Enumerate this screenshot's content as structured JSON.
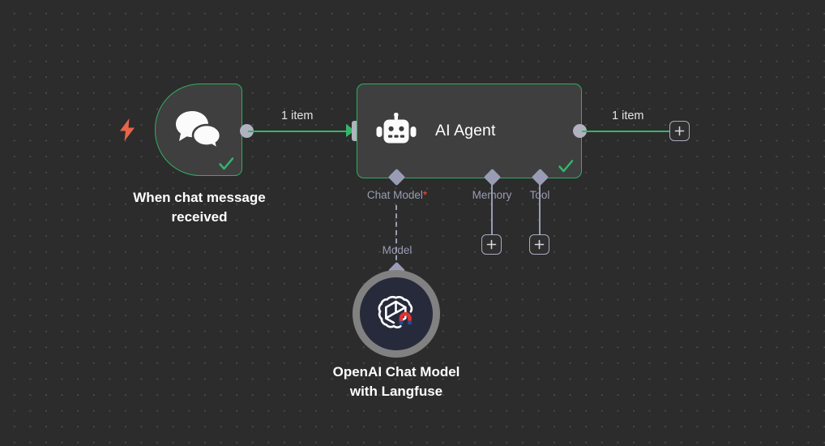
{
  "canvas": {
    "background_color": "#2c2c2c",
    "dot_color": "#4a4a4a",
    "accent_green": "#32ad63",
    "connector_gray": "#9a9cb5",
    "required_star_color": "#f0503c",
    "trigger_bolt_color": "#e8654a"
  },
  "nodes": {
    "trigger": {
      "caption": "When chat message\nreceived",
      "icon": "chat-bubbles-icon",
      "status": "success",
      "status_icon": "check-icon",
      "trigger_icon": "lightning-bolt-icon"
    },
    "agent": {
      "title": "AI Agent",
      "icon": "robot-icon",
      "status": "success",
      "status_icon": "check-icon"
    },
    "model": {
      "caption": "OpenAI Chat Model\nwith Langfuse",
      "icon": "openai-logo-icon",
      "overlay_icon": "langfuse-magnet-icon"
    }
  },
  "connections": {
    "trigger_to_agent": {
      "label": "1 item",
      "style": "solid",
      "color": "#35b56a"
    },
    "agent_output": {
      "label": "1 item",
      "style": "solid",
      "color": "#35b56a",
      "end_button": "add-node-button",
      "end_button_icon": "plus-icon"
    },
    "chat_model": {
      "label": "Model",
      "style": "dashed",
      "color": "#9a9cb5"
    }
  },
  "sub_connectors": [
    {
      "name": "chat-model",
      "label": "Chat Model",
      "required": true,
      "required_marker": "*",
      "has_add_button": false
    },
    {
      "name": "memory",
      "label": "Memory",
      "required": false,
      "required_marker": "",
      "has_add_button": true,
      "add_button_icon": "plus-icon"
    },
    {
      "name": "tool",
      "label": "Tool",
      "required": false,
      "required_marker": "",
      "has_add_button": true,
      "add_button_icon": "plus-icon"
    }
  ]
}
